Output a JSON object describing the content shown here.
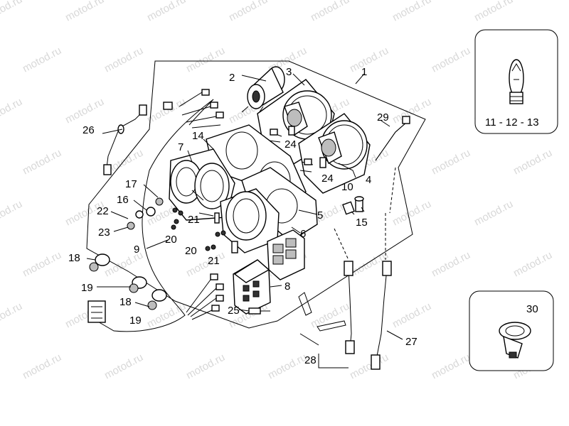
{
  "watermark": "motod.ru",
  "callouts": [
    {
      "id": "c1",
      "text": "1"
    },
    {
      "id": "c2",
      "text": "2"
    },
    {
      "id": "c3",
      "text": "3"
    },
    {
      "id": "c4",
      "text": "4"
    },
    {
      "id": "c5",
      "text": "5"
    },
    {
      "id": "c6",
      "text": "6"
    },
    {
      "id": "c7",
      "text": "7"
    },
    {
      "id": "c8",
      "text": "8"
    },
    {
      "id": "c9",
      "text": "9"
    },
    {
      "id": "c10",
      "text": "10"
    },
    {
      "id": "c14",
      "text": "14"
    },
    {
      "id": "c15",
      "text": "15"
    },
    {
      "id": "c16",
      "text": "16"
    },
    {
      "id": "c17",
      "text": "17"
    },
    {
      "id": "c18a",
      "text": "18"
    },
    {
      "id": "c18b",
      "text": "18"
    },
    {
      "id": "c19a",
      "text": "19"
    },
    {
      "id": "c19b",
      "text": "19"
    },
    {
      "id": "c20a",
      "text": "20"
    },
    {
      "id": "c20b",
      "text": "20"
    },
    {
      "id": "c21a",
      "text": "21"
    },
    {
      "id": "c21b",
      "text": "21"
    },
    {
      "id": "c22",
      "text": "22"
    },
    {
      "id": "c23",
      "text": "23"
    },
    {
      "id": "c24a",
      "text": "24"
    },
    {
      "id": "c24b",
      "text": "24"
    },
    {
      "id": "c25",
      "text": "25"
    },
    {
      "id": "c26",
      "text": "26"
    },
    {
      "id": "c27",
      "text": "27"
    },
    {
      "id": "c28",
      "text": "28"
    },
    {
      "id": "c29",
      "text": "29"
    },
    {
      "id": "c30",
      "text": "30"
    }
  ],
  "bulb_inset": {
    "label": "11 - 12 - 13"
  },
  "clamp_inset": {
    "label": "30"
  }
}
